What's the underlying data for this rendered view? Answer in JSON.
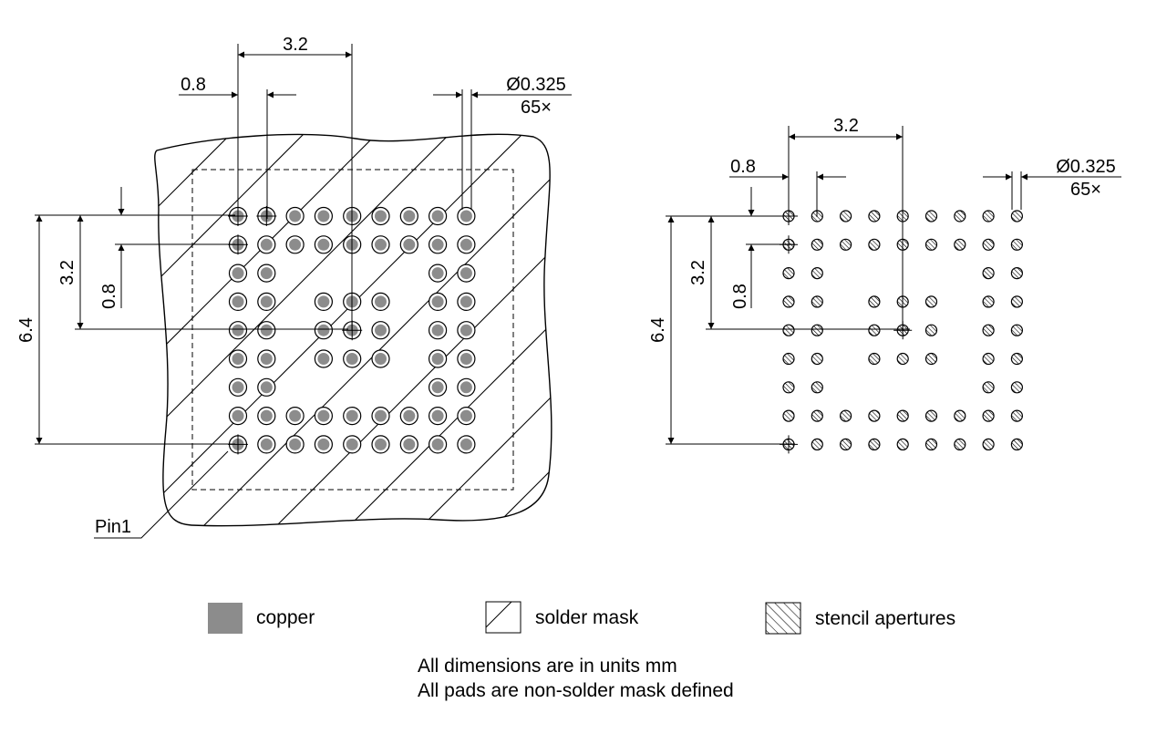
{
  "left_view": {
    "dim_pitch_top": "3.2",
    "dim_pitch_small": "0.8",
    "dim_diameter": "Ø0.325",
    "dim_count": "65×",
    "dim_vertical_big": "6.4",
    "dim_vertical_mid": "3.2",
    "dim_vertical_small": "0.8",
    "pin1_label": "Pin1"
  },
  "right_view": {
    "dim_pitch_top": "3.2",
    "dim_pitch_small": "0.8",
    "dim_diameter": "Ø0.325",
    "dim_count": "65×",
    "dim_vertical_big": "6.4",
    "dim_vertical_mid": "3.2",
    "dim_vertical_small": "0.8"
  },
  "legend": {
    "copper": "copper",
    "solder_mask": "solder mask",
    "stencil": "stencil apertures"
  },
  "notes": {
    "line1": "All dimensions are in units mm",
    "line2": "All pads are non-solder mask defined"
  },
  "colors": {
    "copper": "#8c8c8c",
    "line": "#000000"
  },
  "pad_pattern": [
    "111111111",
    "111111111",
    "110000011",
    "110111011",
    "110111011",
    "110111011",
    "110000011",
    "111111111",
    "111111111"
  ]
}
